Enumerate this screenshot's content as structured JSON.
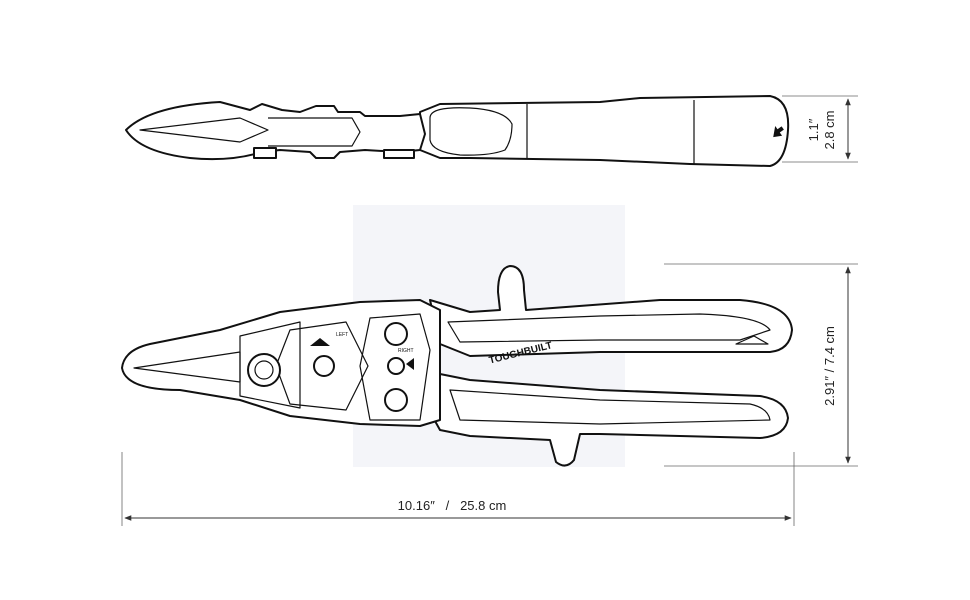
{
  "dimensions": {
    "thickness_in": "1.1″",
    "thickness_cm": "2.8 cm",
    "height": "2.91″  /  7.4 cm",
    "length": "10.16″   /   25.8 cm"
  },
  "brand": "TOUGHBUILT",
  "colors": {
    "outline": "#111111",
    "background": "#ffffff",
    "shadow_box": "#f3f4f8"
  }
}
